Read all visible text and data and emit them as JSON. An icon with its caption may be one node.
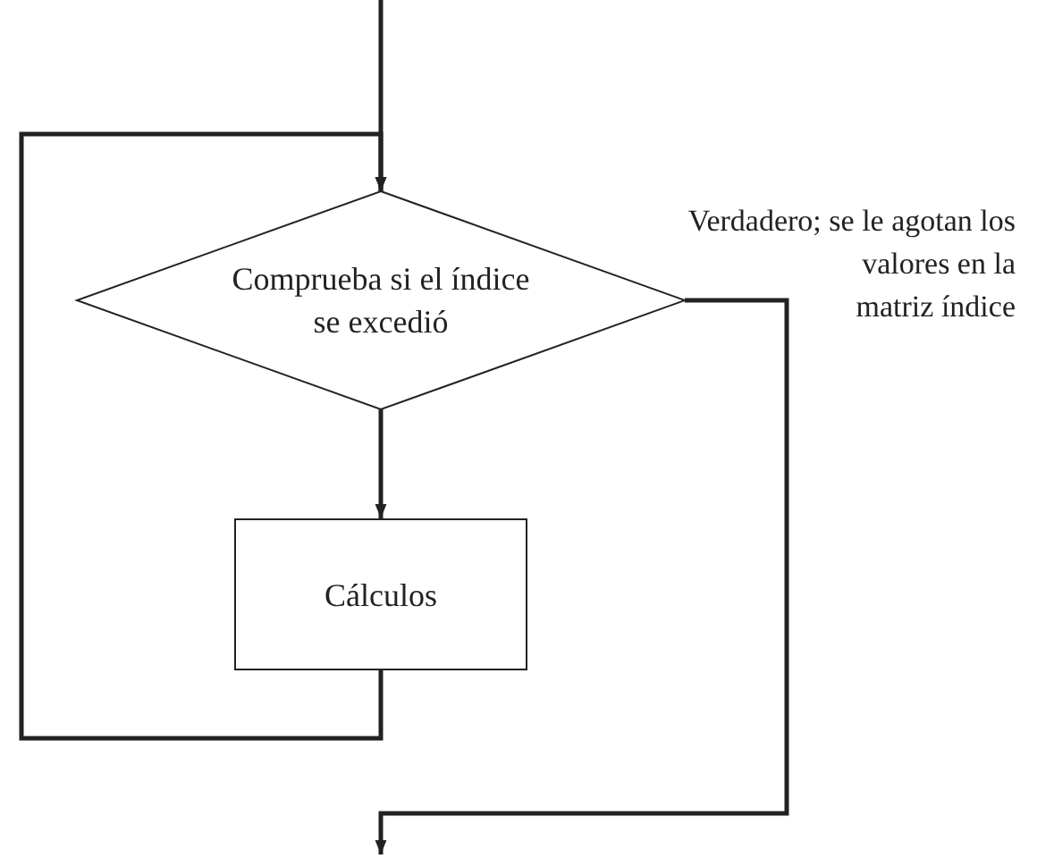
{
  "diagram": {
    "nodes": [
      {
        "text": [
          "Comprueba si el índice se excedió"
        ]
      },
      {
        "text": [
          "Cálculos"
        ]
      }
    ],
    "edges": [
      {
        "from": null,
        "to": 0,
        "arrow": "to"
      },
      {
        "from": 0,
        "to": 1,
        "arrow": "to"
      },
      {
        "from": 1,
        "to": 0,
        "arrow": "to"
      },
      {
        "from": 0,
        "to": null,
        "arrow": "to",
        "label": "Verdadero; se le agotan los valores en la matriz índice"
      }
    ]
  }
}
